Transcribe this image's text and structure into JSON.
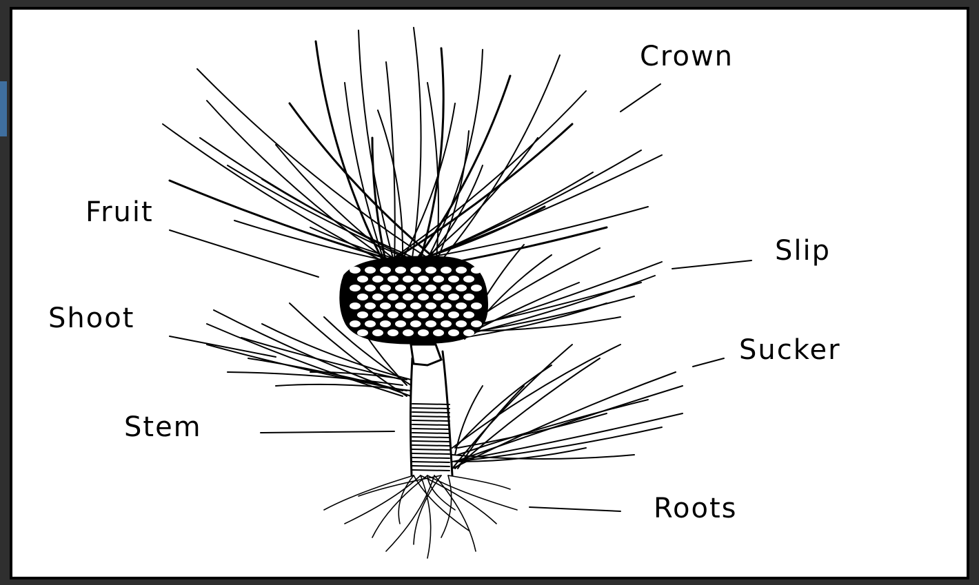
{
  "labels": {
    "crown": "Crown",
    "fruit": "Fruit",
    "slip": "Slip",
    "shoot": "Shoot",
    "sucker": "Sucker",
    "stem": "Stem",
    "roots": "Roots"
  },
  "colors": {
    "ink": "#000000",
    "paper": "#ffffff",
    "border": "#000000",
    "outer": "#2f2f2f"
  }
}
